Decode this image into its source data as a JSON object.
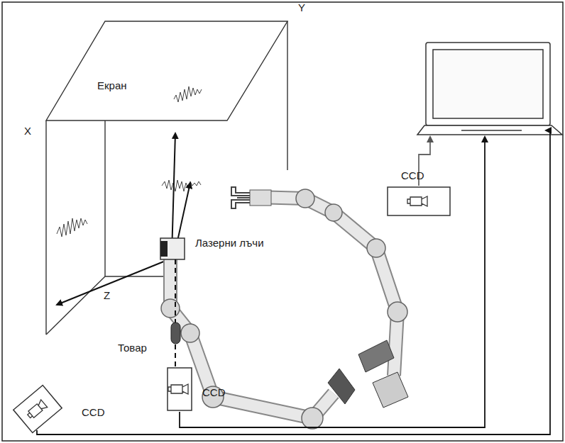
{
  "diagram": {
    "nodes": [
      {
        "text": [
          "Екран"
        ]
      },
      {
        "text": [
          "CCD"
        ]
      },
      {
        "text": [
          "CCD"
        ]
      },
      {
        "text": [
          "CCD"
        ]
      }
    ],
    "labels": [
      "Y",
      "X",
      "Z",
      "Лазерни лъчи",
      "Товар"
    ]
  }
}
